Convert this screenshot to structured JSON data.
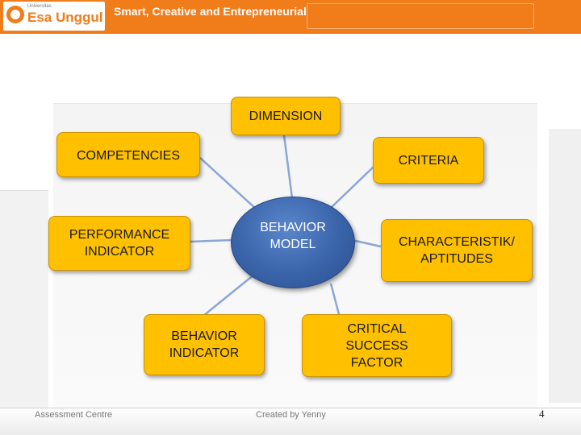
{
  "header": {
    "logo_small": "Universitas",
    "logo_text": "Esa Unggul",
    "tagline": "Smart, Creative and Entrepreneurial"
  },
  "diagram": {
    "center": "BEHAVIOR\nMODEL",
    "nodes": {
      "dimension": "DIMENSION",
      "competencies": "COMPETENCIES",
      "criteria": "CRITERIA",
      "performance_indicator": "PERFORMANCE\nINDICATOR",
      "characteristik": "CHARACTERISTIK/\nAPTITUDES",
      "behavior_indicator": "BEHAVIOR\nINDICATOR",
      "critical_success_factor": "CRITICAL\nSUCCESS\nFACTOR"
    },
    "colors": {
      "node_fill": "#ffc000",
      "center_fill": "#3a64aa",
      "connector": "#8aa6d6",
      "header": "#f07c1a"
    }
  },
  "footer": {
    "left": "Assessment Centre",
    "middle": "Created by Yenny",
    "page_number": "4"
  }
}
